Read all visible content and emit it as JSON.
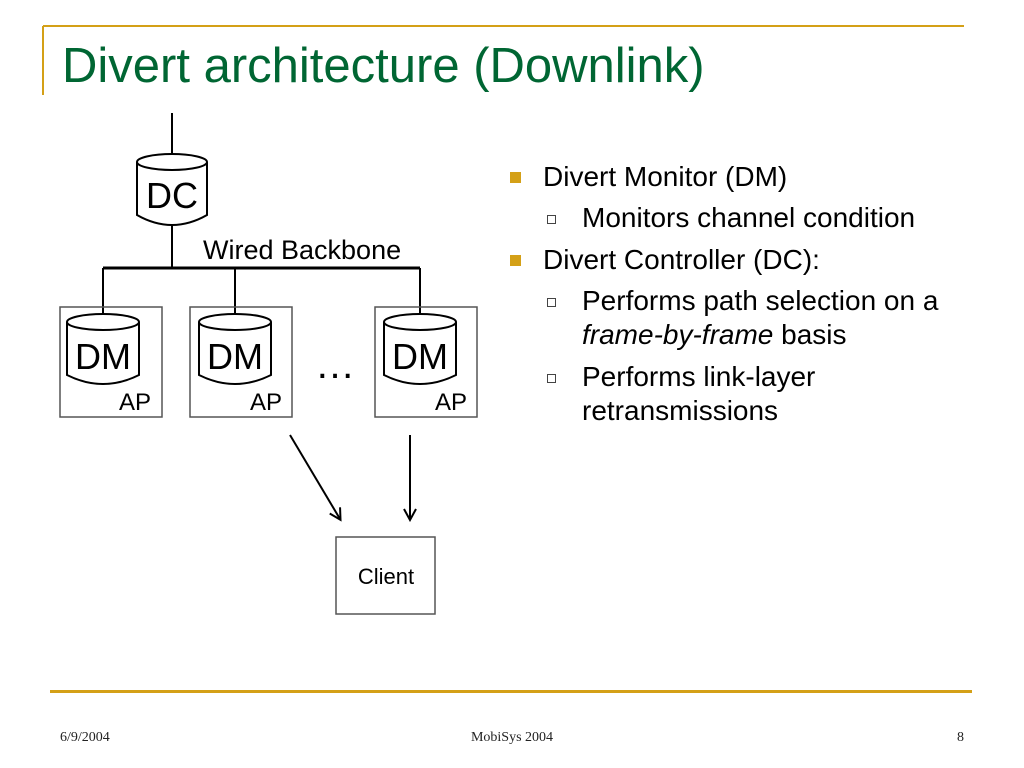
{
  "slide": {
    "title": "Divert architecture (Downlink)",
    "footer": {
      "date": "6/9/2004",
      "conference": "MobiSys 2004",
      "page": "8"
    }
  },
  "diagram": {
    "controller_label": "DC",
    "backbone_label": "Wired Backbone",
    "monitor_label": "DM",
    "ap_label": "AP",
    "ellipsis": "…",
    "client_label": "Client"
  },
  "bullets": [
    {
      "text": "Divert Monitor (DM)",
      "sub": [
        {
          "text": "Monitors channel condition"
        }
      ]
    },
    {
      "text": "Divert Controller (DC):",
      "sub": [
        {
          "pre": "Performs path selection on a ",
          "em": "frame-by-frame",
          "post": " basis"
        },
        {
          "text": "Performs link-layer retransmissions"
        }
      ]
    }
  ],
  "colors": {
    "title": "#006633",
    "accent": "#d4a017"
  }
}
